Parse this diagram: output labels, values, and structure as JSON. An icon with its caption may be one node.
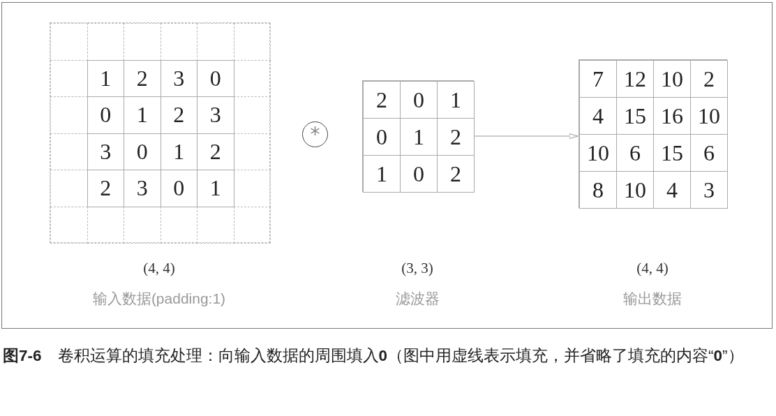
{
  "diagram": {
    "caption": "**图7-6**　卷积运算的填充处理：向输入数据的周围填入**0**（图中用虚线表示填充，并省略了填充的内容“**0**”）",
    "nodes": [
      {
        "text": [],
        "shape": "box",
        "beside": [
          "(4, 4)",
          "输入数据(padding:1)"
        ]
      },
      {
        "text": [],
        "shape": "box",
        "in": 0
      },
      {
        "text": [],
        "shape": "box",
        "in": 0
      },
      {
        "text": [],
        "shape": "box",
        "in": 0
      },
      {
        "text": [],
        "shape": "box",
        "in": 0
      },
      {
        "text": [],
        "shape": "box",
        "in": 0
      },
      {
        "text": [],
        "shape": "box",
        "in": 0
      },
      {
        "text": [],
        "shape": "box",
        "in": 0
      },
      {
        "text": [
          "1"
        ],
        "in": 0
      },
      {
        "text": [
          "2"
        ],
        "in": 0
      },
      {
        "text": [
          "3"
        ],
        "in": 0
      },
      {
        "text": [
          "0"
        ],
        "in": 0
      },
      {
        "text": [],
        "shape": "box",
        "in": 0
      },
      {
        "text": [],
        "shape": "box",
        "in": 0
      },
      {
        "text": [
          "0"
        ],
        "in": 0
      },
      {
        "text": [
          "1"
        ],
        "in": 0
      },
      {
        "text": [
          "2"
        ],
        "in": 0
      },
      {
        "text": [
          "3"
        ],
        "in": 0
      },
      {
        "text": [],
        "shape": "box",
        "in": 0
      },
      {
        "text": [],
        "shape": "box",
        "in": 0
      },
      {
        "text": [
          "3"
        ],
        "in": 0
      },
      {
        "text": [
          "0"
        ],
        "in": 0
      },
      {
        "text": [
          "1"
        ],
        "in": 0
      },
      {
        "text": [
          "2"
        ],
        "in": 0
      },
      {
        "text": [],
        "shape": "box",
        "in": 0
      },
      {
        "text": [],
        "shape": "box",
        "in": 0
      },
      {
        "text": [
          "2"
        ],
        "in": 0
      },
      {
        "text": [
          "3"
        ],
        "in": 0
      },
      {
        "text": [
          "0"
        ],
        "in": 0
      },
      {
        "text": [
          "1"
        ],
        "in": 0
      },
      {
        "text": [],
        "shape": "box",
        "in": 0
      },
      {
        "text": [],
        "shape": "box",
        "in": 0
      },
      {
        "text": [],
        "shape": "box",
        "in": 0
      },
      {
        "text": [],
        "shape": "box",
        "in": 0
      },
      {
        "text": [],
        "shape": "box",
        "in": 0
      },
      {
        "text": [],
        "shape": "box",
        "in": 0
      },
      {
        "text": [],
        "shape": "box",
        "in": 0
      },
      {
        "text": [
          "*"
        ]
      },
      {
        "text": [],
        "shape": "box",
        "beside": [
          "(3, 3)",
          "滤波器"
        ]
      },
      {
        "text": [
          "2"
        ],
        "in": 38
      },
      {
        "text": [
          "0"
        ],
        "in": 38
      },
      {
        "text": [
          "1"
        ],
        "in": 38
      },
      {
        "text": [
          "0"
        ],
        "in": 38
      },
      {
        "text": [
          "1"
        ],
        "in": 38
      },
      {
        "text": [
          "2"
        ],
        "in": 38
      },
      {
        "text": [
          "1"
        ],
        "in": 38
      },
      {
        "text": [
          "0"
        ],
        "in": 38
      },
      {
        "text": [
          "2"
        ],
        "in": 38
      },
      {
        "text": [],
        "shape": "box",
        "beside": [
          "(4, 4)",
          "输出数据"
        ]
      },
      {
        "text": [
          "7"
        ],
        "in": 48
      },
      {
        "text": [
          "12"
        ],
        "in": 48
      },
      {
        "text": [
          "10"
        ],
        "in": 48
      },
      {
        "text": [
          "2"
        ],
        "in": 48
      },
      {
        "text": [
          "4"
        ],
        "in": 48
      },
      {
        "text": [
          "15"
        ],
        "in": 48
      },
      {
        "text": [
          "16"
        ],
        "in": 48
      },
      {
        "text": [
          "10"
        ],
        "in": 48
      },
      {
        "text": [
          "10"
        ],
        "in": 48
      },
      {
        "text": [
          "6"
        ],
        "in": 48
      },
      {
        "text": [
          "15"
        ],
        "in": 48
      },
      {
        "text": [
          "6"
        ],
        "in": 48
      },
      {
        "text": [
          "8"
        ],
        "in": 48
      },
      {
        "text": [
          "10"
        ],
        "in": 48
      },
      {
        "text": [
          "4"
        ],
        "in": 48
      },
      {
        "text": [
          "3"
        ],
        "in": 48
      }
    ],
    "edges": [
      {
        "from": 38,
        "to": 48,
        "arrow": "to"
      }
    ]
  }
}
